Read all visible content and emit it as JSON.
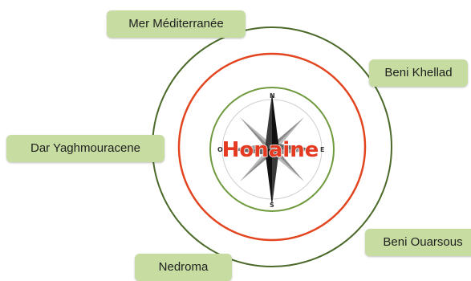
{
  "diagram": {
    "center_label": "Honaine",
    "compass_letters": {
      "n": "N",
      "s": "S",
      "e": "E",
      "w": "O"
    },
    "neighbors": [
      {
        "id": "north",
        "label": "Mer Méditerranée"
      },
      {
        "id": "northeast",
        "label": "Beni Khellad"
      },
      {
        "id": "west",
        "label": "Dar Yaghmouracene"
      },
      {
        "id": "southeast",
        "label": "Beni Ouarsous"
      },
      {
        "id": "south",
        "label": "Nedroma"
      }
    ]
  },
  "colors": {
    "outer_ring": "#4b6a2a",
    "middle_ring": "#e2451f",
    "inner_ring": "#6f9a3e",
    "label_bg": "#c6dca0",
    "center_text": "#e53a22"
  }
}
